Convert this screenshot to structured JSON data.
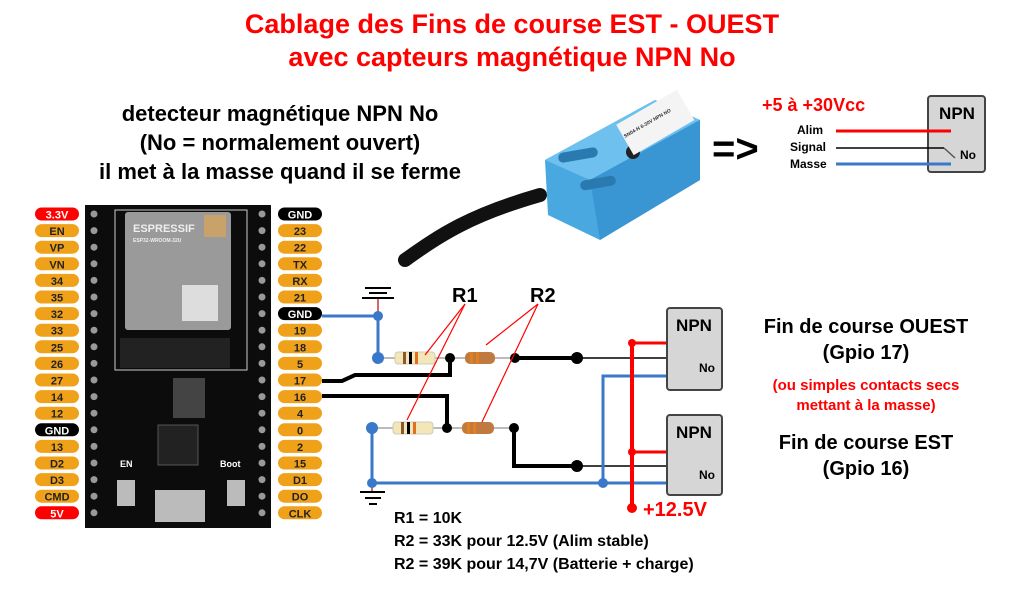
{
  "title": {
    "line1": "Cablage des Fins de course EST - OUEST",
    "line2": "avec capteurs magnétique NPN No"
  },
  "description": {
    "line1": "detecteur magnétique NPN No",
    "line2": "(No = normalement ouvert)",
    "line3": "il met à la masse quand il se ferme"
  },
  "sensor_photo": {
    "label": "SN04-N 6-30V NPN NO"
  },
  "legend": {
    "arrow": "=>",
    "supply": "+5 à +30Vcc",
    "alim": "Alim",
    "signal": "Signal",
    "masse": "Masse",
    "npn": "NPN",
    "no": "No"
  },
  "board": {
    "brand": "ESPRESSIF",
    "module": "ESP32-WROOM-32U",
    "en_label": "EN",
    "boot_label": "Boot",
    "left_pins": [
      "3.3V",
      "EN",
      "VP",
      "VN",
      "34",
      "35",
      "32",
      "33",
      "25",
      "26",
      "27",
      "14",
      "12",
      "GND",
      "13",
      "D2",
      "D3",
      "CMD",
      "5V"
    ],
    "right_pins": [
      "GND",
      "23",
      "22",
      "TX",
      "RX",
      "21",
      "GND",
      "19",
      "18",
      "5",
      "17",
      "16",
      "4",
      "0",
      "2",
      "15",
      "D1",
      "DO",
      "CLK"
    ]
  },
  "circuit": {
    "r1_label": "R1",
    "r2_label": "R2",
    "supply": "+12.5V",
    "ouest": {
      "npn": "NPN",
      "no": "No",
      "title": "Fin de course OUEST",
      "gpio": "(Gpio 17)"
    },
    "est": {
      "npn": "NPN",
      "no": "No",
      "title": "Fin de course EST",
      "gpio": "(Gpio 16)"
    },
    "note1": "(ou simples contacts secs",
    "note2": "mettant à la masse)"
  },
  "values": {
    "r1": "R1 = 10K",
    "r2a": "R2 = 33K pour 12.5V (Alim stable)",
    "r2b": "R2 = 39K pour 14,7V (Batterie + charge)"
  },
  "colors": {
    "red": "#ff0000",
    "blue": "#3a78c9",
    "orange": "#f0a11a",
    "black": "#000000"
  }
}
